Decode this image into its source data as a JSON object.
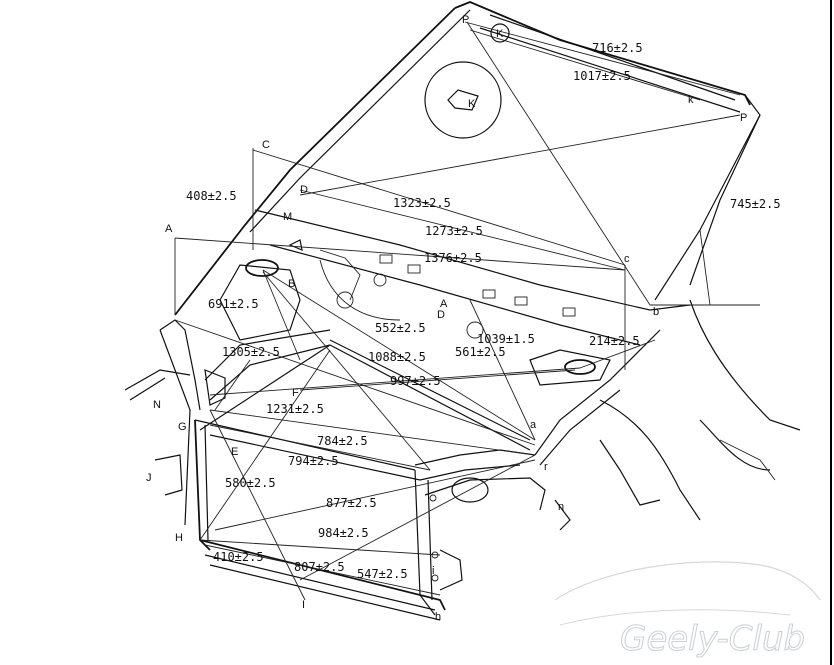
{
  "dimensions": [
    "716±2.5",
    "1017±2.5",
    "408±2.5",
    "1323±2.5",
    "745±2.5",
    "1273±2.5",
    "1376±2.5",
    "691±2.5",
    "552±2.5",
    "1039±1.5",
    "214±2.5",
    "1305±2.5",
    "561±2.5",
    "1088±2.5",
    "997±2.5",
    "1231±2.5",
    "784±2.5",
    "794±2.5",
    "580±2.5",
    "877±2.5",
    "984±2.5",
    "410±2.5",
    "807±2.5",
    "547±2.5"
  ],
  "points": [
    "P",
    "K",
    "K",
    "k",
    "P",
    "C",
    "D",
    "M",
    "A",
    "c",
    "b",
    "A",
    "D",
    "B",
    "N",
    "F",
    "G",
    "E",
    "a",
    "r",
    "J",
    "H",
    "I",
    "h",
    "n",
    "i"
  ],
  "watermark": "Geely-Club"
}
